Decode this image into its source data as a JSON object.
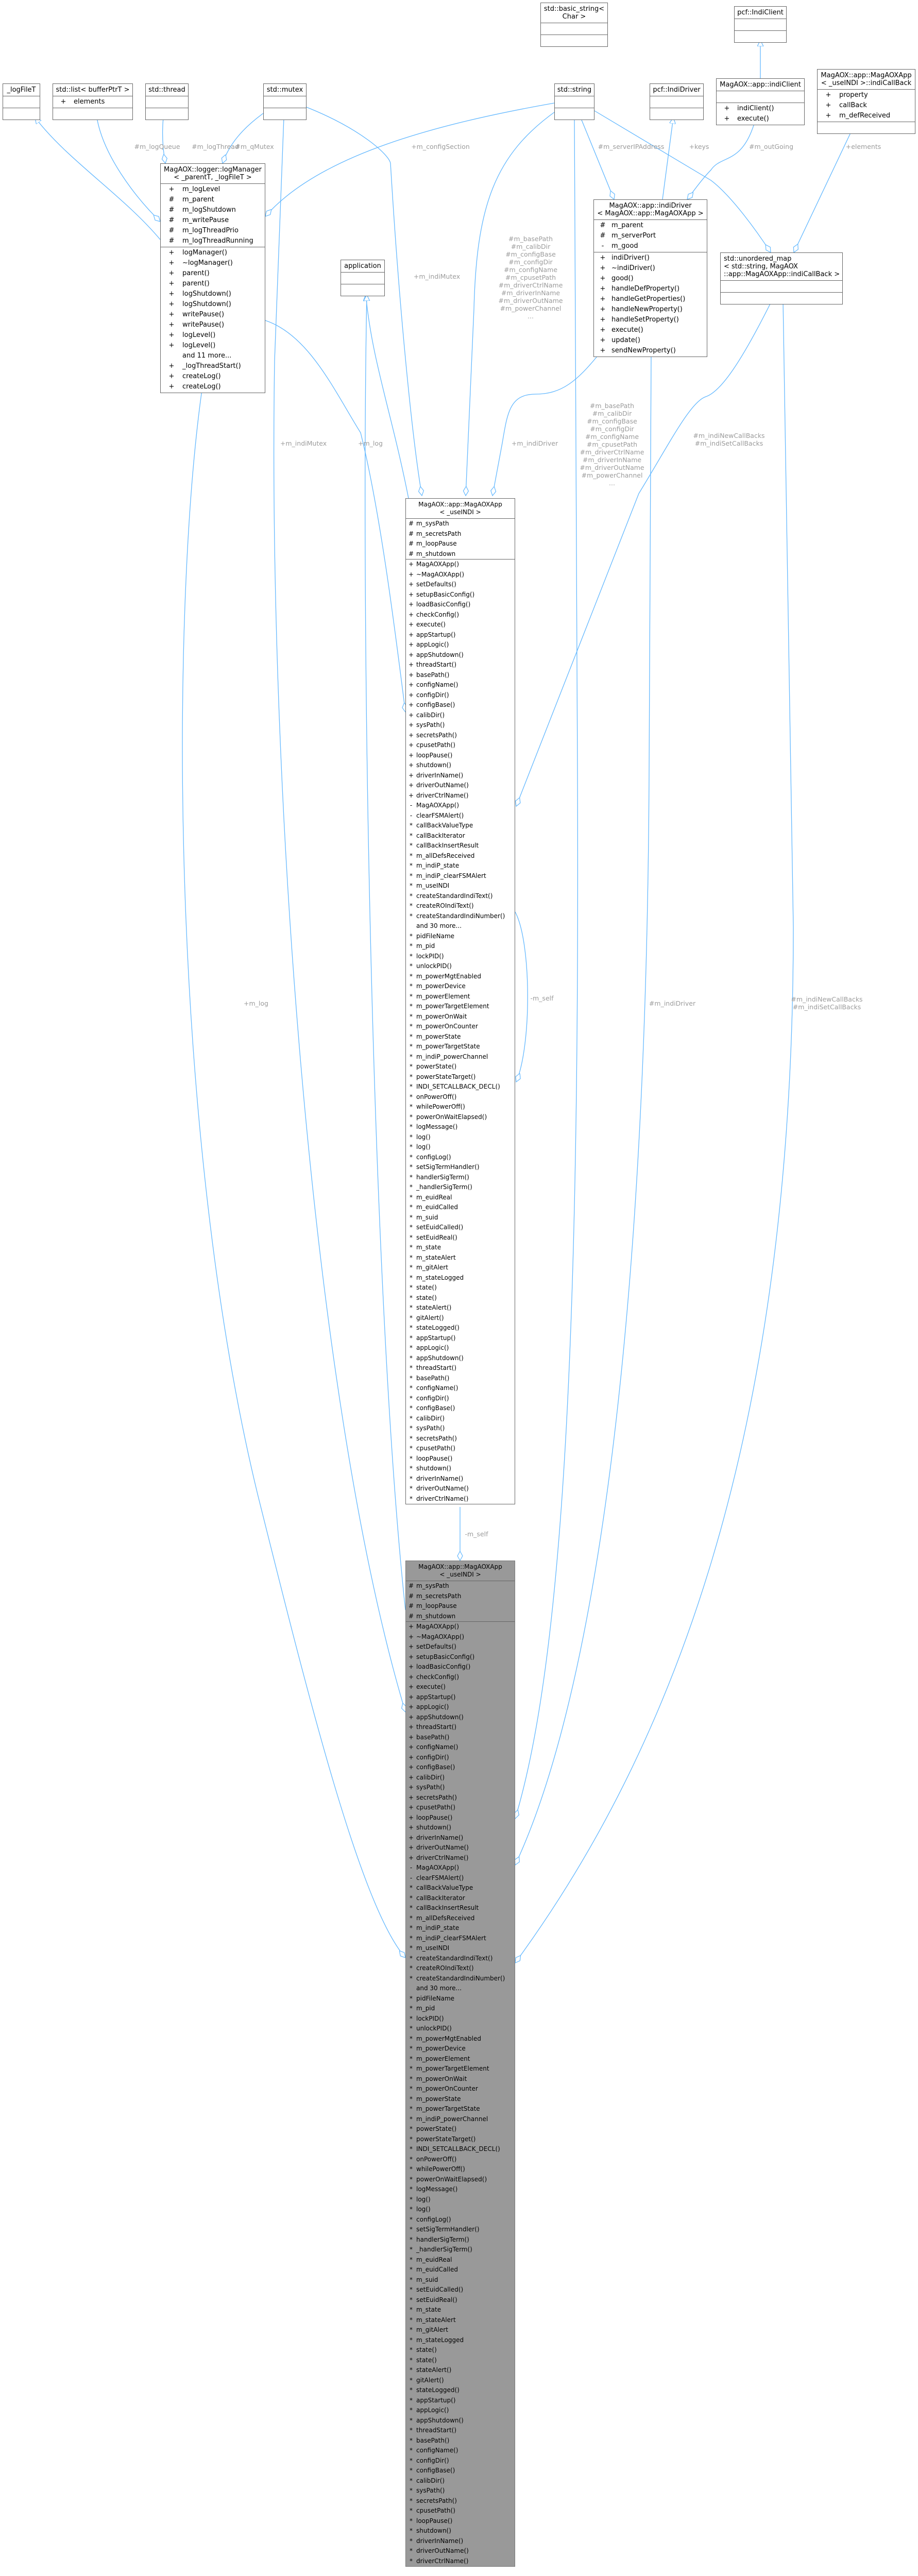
{
  "colors": {
    "edge": "#63b8ff",
    "label": "#9b9b9b",
    "focus_box": "#999999",
    "border": "#666666"
  },
  "boxes": {
    "logFileT": {
      "title": "_logFileT",
      "fields": [],
      "methods": []
    },
    "stdList": {
      "title": "std::list< bufferPtrT >",
      "fields": [
        {
          "vis": "+",
          "name": "elements"
        }
      ],
      "methods": []
    },
    "stdThread": {
      "title": "std::thread",
      "fields": [],
      "methods": []
    },
    "stdMutex": {
      "title": "std::mutex",
      "fields": [],
      "methods": []
    },
    "basicString": {
      "title": "std::basic_string<\nChar >",
      "fields": [],
      "methods": []
    },
    "stdString": {
      "title": "std::string",
      "fields": [],
      "methods": []
    },
    "pcfIndiDriver": {
      "title": "pcf::IndiDriver",
      "fields": [],
      "methods": []
    },
    "pcfIndiClient": {
      "title": "pcf::IndiClient",
      "fields": [],
      "methods": []
    },
    "indiClient": {
      "title": "MagAOX::app::indiClient",
      "fields": [],
      "methods": [
        {
          "vis": "+",
          "name": "indiClient()"
        },
        {
          "vis": "+",
          "name": "execute()"
        }
      ]
    },
    "indiCallBack": {
      "title": "MagAOX::app::MagAOXApp\n< _useINDI >::indiCallBack",
      "fields": [
        {
          "vis": "+",
          "name": "property"
        },
        {
          "vis": "+",
          "name": "callBack"
        },
        {
          "vis": "+",
          "name": "m_defReceived"
        }
      ],
      "methods": []
    },
    "logManager": {
      "title": "MagAOX::logger::logManager\n< _parentT, _logFileT >",
      "fields": [
        {
          "vis": "+",
          "name": "m_logLevel"
        },
        {
          "vis": "#",
          "name": "m_parent"
        },
        {
          "vis": "#",
          "name": "m_logShutdown"
        },
        {
          "vis": "#",
          "name": "m_writePause"
        },
        {
          "vis": "#",
          "name": "m_logThreadPrio"
        },
        {
          "vis": "#",
          "name": "m_logThreadRunning"
        }
      ],
      "methods": [
        {
          "vis": "+",
          "name": "logManager()"
        },
        {
          "vis": "+",
          "name": "~logManager()"
        },
        {
          "vis": "+",
          "name": "parent()"
        },
        {
          "vis": "+",
          "name": "parent()"
        },
        {
          "vis": "+",
          "name": "logShutdown()"
        },
        {
          "vis": "+",
          "name": "logShutdown()"
        },
        {
          "vis": "+",
          "name": "writePause()"
        },
        {
          "vis": "+",
          "name": "writePause()"
        },
        {
          "vis": "+",
          "name": "logLevel()"
        },
        {
          "vis": "+",
          "name": "logLevel()"
        },
        {
          "vis": "",
          "name": "and 11 more..."
        },
        {
          "vis": "+",
          "name": "_logThreadStart()"
        },
        {
          "vis": "+",
          "name": "createLog()"
        },
        {
          "vis": "+",
          "name": "createLog()"
        }
      ]
    },
    "application": {
      "title": "application",
      "fields": [],
      "methods": []
    },
    "indiDriver": {
      "title": "MagAOX::app::indiDriver\n< MagAOX::app::MagAOXApp >",
      "fields": [
        {
          "vis": "#",
          "name": "m_parent"
        },
        {
          "vis": "#",
          "name": "m_serverPort"
        },
        {
          "vis": "-",
          "name": "m_good"
        }
      ],
      "methods": [
        {
          "vis": "+",
          "name": "indiDriver()"
        },
        {
          "vis": "+",
          "name": "~indiDriver()"
        },
        {
          "vis": "+",
          "name": "good()"
        },
        {
          "vis": "+",
          "name": "handleDefProperty()"
        },
        {
          "vis": "+",
          "name": "handleGetProperties()"
        },
        {
          "vis": "+",
          "name": "handleNewProperty()"
        },
        {
          "vis": "+",
          "name": "handleSetProperty()"
        },
        {
          "vis": "+",
          "name": "execute()"
        },
        {
          "vis": "+",
          "name": "update()"
        },
        {
          "vis": "+",
          "name": "sendNewProperty()"
        }
      ]
    },
    "unorderedMap": {
      "title": "std::unordered_map\n< std::string, MagAOX\n::app::MagAOXApp::indiCallBack >",
      "fields": [],
      "methods": []
    },
    "magaoxApp": {
      "title": "MagAOX::app::MagAOXApp\n< _useINDI >",
      "fields": [
        {
          "vis": "#",
          "name": "m_sysPath"
        },
        {
          "vis": "#",
          "name": "m_secretsPath"
        },
        {
          "vis": "#",
          "name": "m_loopPause"
        },
        {
          "vis": "#",
          "name": "m_shutdown"
        }
      ],
      "methods": [
        {
          "vis": "+",
          "name": "MagAOXApp()"
        },
        {
          "vis": "+",
          "name": "~MagAOXApp()"
        },
        {
          "vis": "+",
          "name": "setDefaults()"
        },
        {
          "vis": "+",
          "name": "setupBasicConfig()"
        },
        {
          "vis": "+",
          "name": "loadBasicConfig()"
        },
        {
          "vis": "+",
          "name": "checkConfig()"
        },
        {
          "vis": "+",
          "name": "execute()"
        },
        {
          "vis": "+",
          "name": "appStartup()"
        },
        {
          "vis": "+",
          "name": "appLogic()"
        },
        {
          "vis": "+",
          "name": "appShutdown()"
        },
        {
          "vis": "+",
          "name": "threadStart()"
        },
        {
          "vis": "+",
          "name": "basePath()"
        },
        {
          "vis": "+",
          "name": "configName()"
        },
        {
          "vis": "+",
          "name": "configDir()"
        },
        {
          "vis": "+",
          "name": "configBase()"
        },
        {
          "vis": "+",
          "name": "calibDir()"
        },
        {
          "vis": "+",
          "name": "sysPath()"
        },
        {
          "vis": "+",
          "name": "secretsPath()"
        },
        {
          "vis": "+",
          "name": "cpusetPath()"
        },
        {
          "vis": "+",
          "name": "loopPause()"
        },
        {
          "vis": "+",
          "name": "shutdown()"
        },
        {
          "vis": "+",
          "name": "driverInName()"
        },
        {
          "vis": "+",
          "name": "driverOutName()"
        },
        {
          "vis": "+",
          "name": "driverCtrlName()"
        },
        {
          "vis": "-",
          "name": "MagAOXApp()"
        },
        {
          "vis": "-",
          "name": "clearFSMAlert()"
        },
        {
          "vis": "*",
          "name": "callBackValueType"
        },
        {
          "vis": "*",
          "name": "callBackIterator"
        },
        {
          "vis": "*",
          "name": "callBackInsertResult"
        },
        {
          "vis": "*",
          "name": "m_allDefsReceived"
        },
        {
          "vis": "*",
          "name": "m_indiP_state"
        },
        {
          "vis": "*",
          "name": "m_indiP_clearFSMAlert"
        },
        {
          "vis": "*",
          "name": "m_useINDI"
        },
        {
          "vis": "*",
          "name": "createStandardIndiText()"
        },
        {
          "vis": "*",
          "name": "createROIndiText()"
        },
        {
          "vis": "*",
          "name": "createStandardIndiNumber()"
        },
        {
          "vis": "",
          "name": "and 30 more..."
        },
        {
          "vis": "*",
          "name": "pidFileName"
        },
        {
          "vis": "*",
          "name": "m_pid"
        },
        {
          "vis": "*",
          "name": "lockPID()"
        },
        {
          "vis": "*",
          "name": "unlockPID()"
        },
        {
          "vis": "*",
          "name": "m_powerMgtEnabled"
        },
        {
          "vis": "*",
          "name": "m_powerDevice"
        },
        {
          "vis": "*",
          "name": "m_powerElement"
        },
        {
          "vis": "*",
          "name": "m_powerTargetElement"
        },
        {
          "vis": "*",
          "name": "m_powerOnWait"
        },
        {
          "vis": "*",
          "name": "m_powerOnCounter"
        },
        {
          "vis": "*",
          "name": "m_powerState"
        },
        {
          "vis": "*",
          "name": "m_powerTargetState"
        },
        {
          "vis": "*",
          "name": "m_indiP_powerChannel"
        },
        {
          "vis": "*",
          "name": "powerState()"
        },
        {
          "vis": "*",
          "name": "powerStateTarget()"
        },
        {
          "vis": "*",
          "name": "INDI_SETCALLBACK_DECL()"
        },
        {
          "vis": "*",
          "name": "onPowerOff()"
        },
        {
          "vis": "*",
          "name": "whilePowerOff()"
        },
        {
          "vis": "*",
          "name": "powerOnWaitElapsed()"
        },
        {
          "vis": "*",
          "name": "logMessage()"
        },
        {
          "vis": "*",
          "name": "log()"
        },
        {
          "vis": "*",
          "name": "log()"
        },
        {
          "vis": "*",
          "name": "configLog()"
        },
        {
          "vis": "*",
          "name": "setSigTermHandler()"
        },
        {
          "vis": "*",
          "name": "handlerSigTerm()"
        },
        {
          "vis": "*",
          "name": "_handlerSigTerm()"
        },
        {
          "vis": "*",
          "name": "m_euidReal"
        },
        {
          "vis": "*",
          "name": "m_euidCalled"
        },
        {
          "vis": "*",
          "name": "m_suid"
        },
        {
          "vis": "*",
          "name": "setEuidCalled()"
        },
        {
          "vis": "*",
          "name": "setEuidReal()"
        },
        {
          "vis": "*",
          "name": "m_state"
        },
        {
          "vis": "*",
          "name": "m_stateAlert"
        },
        {
          "vis": "*",
          "name": "m_gitAlert"
        },
        {
          "vis": "*",
          "name": "m_stateLogged"
        },
        {
          "vis": "*",
          "name": "state()"
        },
        {
          "vis": "*",
          "name": "state()"
        },
        {
          "vis": "*",
          "name": "stateAlert()"
        },
        {
          "vis": "*",
          "name": "gitAlert()"
        },
        {
          "vis": "*",
          "name": "stateLogged()"
        },
        {
          "vis": "*",
          "name": "appStartup()"
        },
        {
          "vis": "*",
          "name": "appLogic()"
        },
        {
          "vis": "*",
          "name": "appShutdown()"
        },
        {
          "vis": "*",
          "name": "threadStart()"
        },
        {
          "vis": "*",
          "name": "basePath()"
        },
        {
          "vis": "*",
          "name": "configName()"
        },
        {
          "vis": "*",
          "name": "configDir()"
        },
        {
          "vis": "*",
          "name": "configBase()"
        },
        {
          "vis": "*",
          "name": "calibDir()"
        },
        {
          "vis": "*",
          "name": "sysPath()"
        },
        {
          "vis": "*",
          "name": "secretsPath()"
        },
        {
          "vis": "*",
          "name": "cpusetPath()"
        },
        {
          "vis": "*",
          "name": "loopPause()"
        },
        {
          "vis": "*",
          "name": "shutdown()"
        },
        {
          "vis": "*",
          "name": "driverInName()"
        },
        {
          "vis": "*",
          "name": "driverOutName()"
        },
        {
          "vis": "*",
          "name": "driverCtrlName()"
        }
      ]
    }
  },
  "edge_labels": {
    "logQueue": "#m_logQueue",
    "logThread": "#m_logThread",
    "qMutex": "#m_qMutex",
    "configSection": "+m_configSection",
    "indiMutexMid": "+m_indiMutex",
    "indiMutexFocus": "+m_indiMutex",
    "serverIPAddress": "#m_serverIPAddress",
    "keys": "+keys",
    "outGoing": "#m_outGoing",
    "elements": "+elements",
    "stringMembersMid": "#m_basePath\n#m_calibDir\n#m_configBase\n#m_configDir\n#m_configName\n#m_cpusetPath\n#m_driverCtrlName\n#m_driverInName\n#m_driverOutName\n#m_powerChannel\n...",
    "stringMembersFocus": "#m_basePath\n#m_calibDir\n#m_configBase\n#m_configDir\n#m_configName\n#m_cpusetPath\n#m_driverCtrlName\n#m_driverInName\n#m_driverOutName\n#m_powerChannel\n...",
    "logMid": "+m_log",
    "logFocus": "+m_log",
    "indiDriverMid": "+m_indiDriver",
    "indiDriverFocus": "#m_indiDriver",
    "callBacksMid": "#m_indiNewCallBacks\n#m_indiSetCallBacks",
    "callBacksFocus": "#m_indiNewCallBacks\n#m_indiSetCallBacks",
    "selfLoop": "-m_self",
    "selfFocus": "-m_self"
  }
}
